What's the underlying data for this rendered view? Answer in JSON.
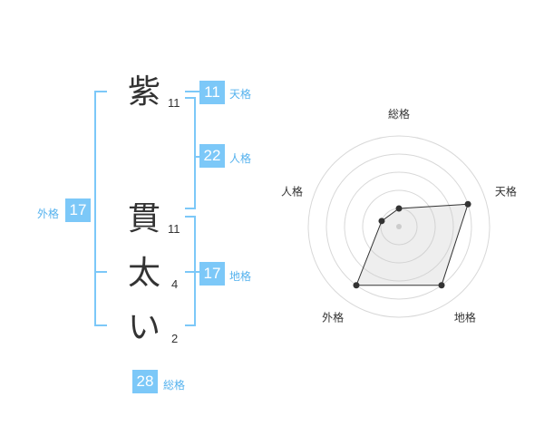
{
  "name_chars": [
    {
      "char": "紫",
      "strokes": "11"
    },
    {
      "char": "貫",
      "strokes": "11"
    },
    {
      "char": "太",
      "strokes": "4"
    },
    {
      "char": "い",
      "strokes": "2"
    }
  ],
  "fortunes": {
    "tenkaku": {
      "value": "11",
      "label": "天格"
    },
    "jinkaku": {
      "value": "22",
      "label": "人格"
    },
    "chikaku": {
      "value": "17",
      "label": "地格"
    },
    "gaikaku": {
      "value": "17",
      "label": "外格"
    },
    "soukaku": {
      "value": "28",
      "label": "総格"
    }
  },
  "colors": {
    "accent": "#7cc8f8",
    "label": "#55b2ee",
    "text": "#333333"
  },
  "chart_data": {
    "type": "radar",
    "axes": [
      "総格",
      "天格",
      "地格",
      "外格",
      "人格"
    ],
    "values": [
      1,
      4,
      4,
      4,
      1
    ],
    "max": 5,
    "grid_levels": 5
  }
}
